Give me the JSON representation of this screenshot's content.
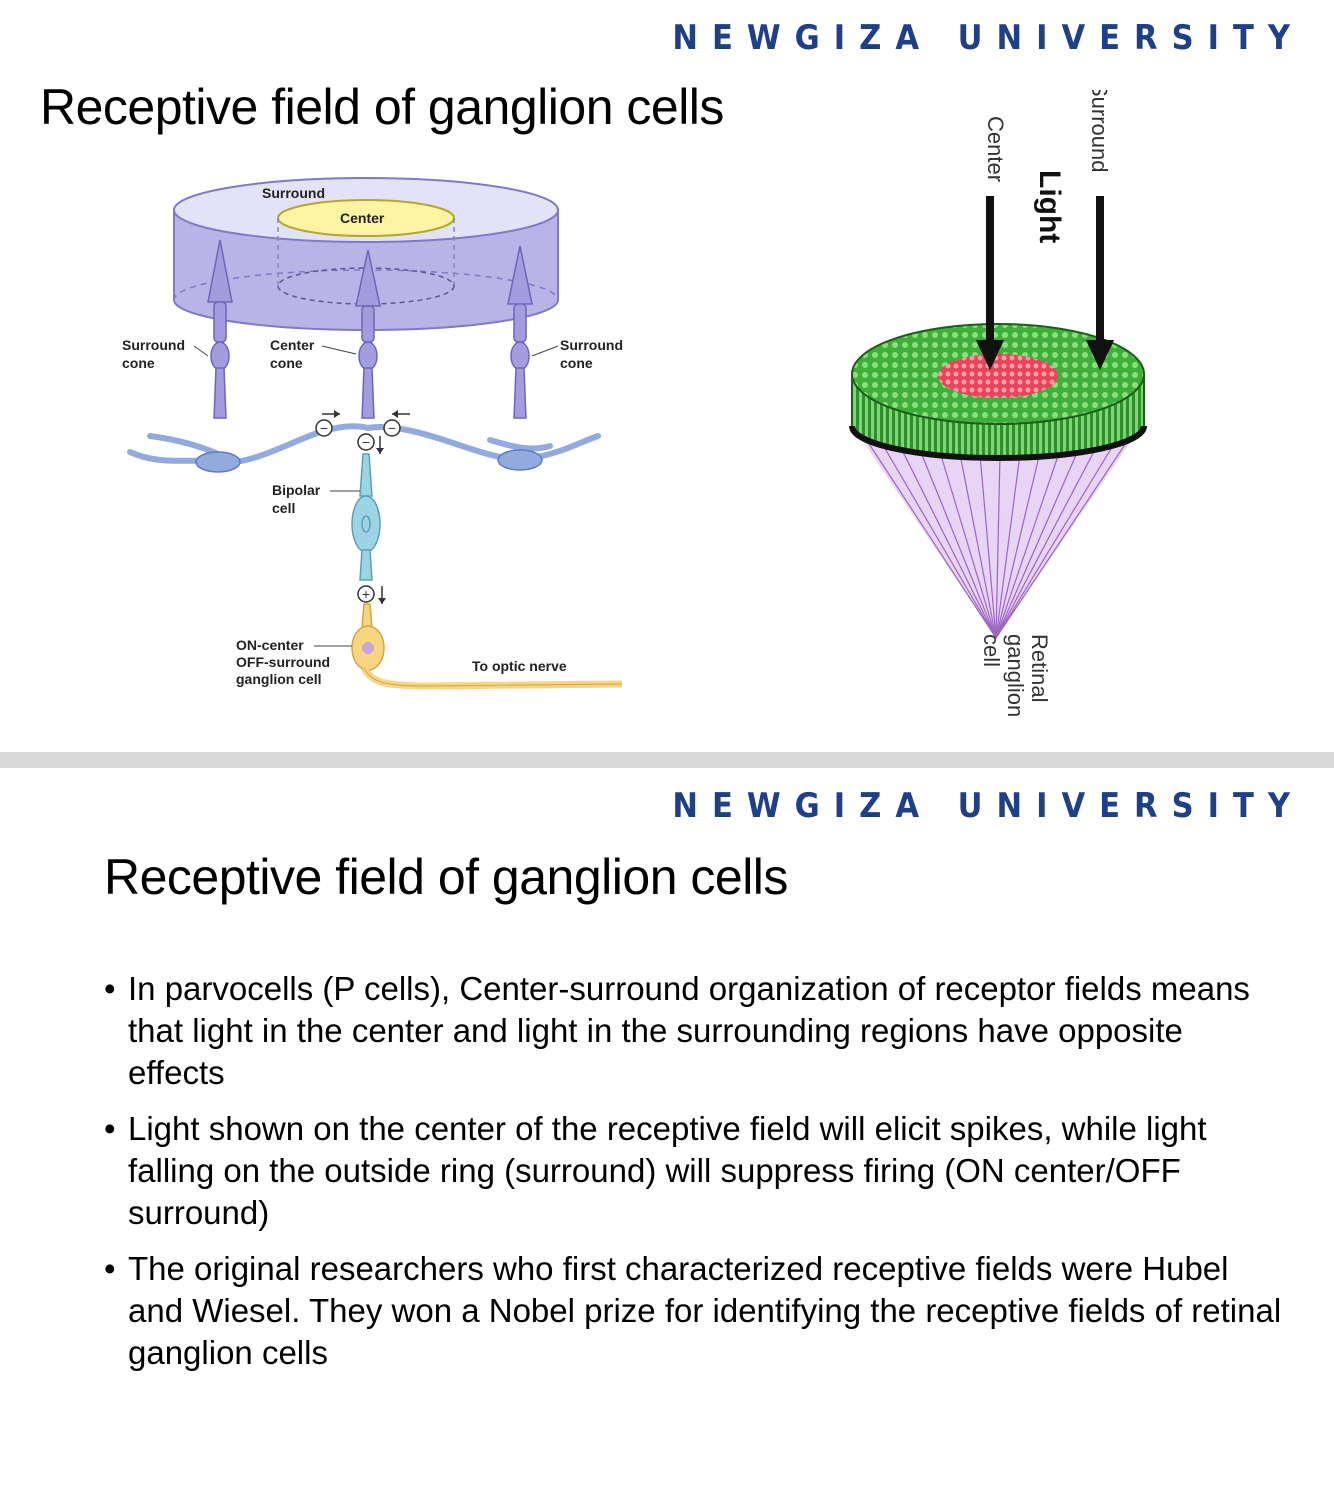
{
  "slide1": {
    "brand": "NEWGIZA UNIVERSITY",
    "title": "Receptive field of ganglion cells",
    "left_diagram": {
      "surround_top": "Surround",
      "center_top": "Center",
      "surround_cone_left": [
        "Surround",
        "cone"
      ],
      "center_cone": [
        "Center",
        "cone"
      ],
      "surround_cone_right": [
        "Surround",
        "cone"
      ],
      "bipolar_cell": [
        "Bipolar",
        "cell"
      ],
      "ganglion_cell": [
        "ON-center",
        "OFF-surround",
        "ganglion cell"
      ],
      "optic_nerve": "To optic nerve",
      "minus_sign": "−",
      "plus_sign": "+"
    },
    "right_diagram": {
      "center": "Center",
      "light": "Light",
      "surround": "Surround",
      "retinal_ganglion_cell": [
        "Retinal",
        "ganglion",
        "cell"
      ]
    }
  },
  "slide2": {
    "brand": "NEWGIZA UNIVERSITY",
    "title": "Receptive field of ganglion cells",
    "bullets": [
      "In parvocells (P cells), Center-surround organization of receptor fields means that light in the center and light in the surrounding regions have opposite effects",
      "Light shown on the center of the receptive field will elicit spikes, while light falling on the outside ring (surround) will suppress firing (ON center/OFF surround)",
      "The original researchers who first characterized receptive fields were Hubel and Wiesel.  They won a Nobel prize for identifying the receptive fields of retinal ganglion cells"
    ]
  }
}
